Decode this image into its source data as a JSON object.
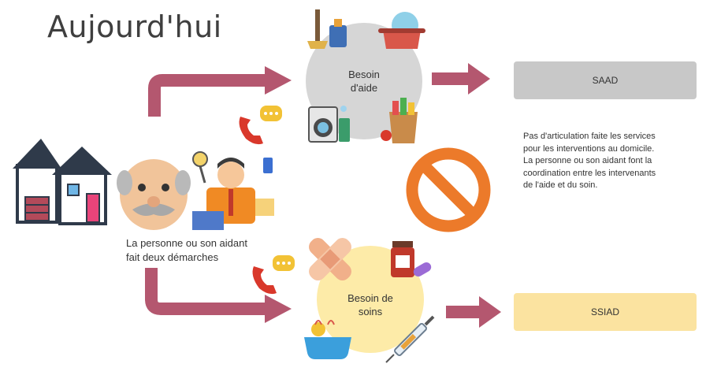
{
  "title": "Aujourd'hui",
  "person_caption": [
    "La personne ou son aidant",
    "fait deux démarches"
  ],
  "need_help": [
    "Besoin",
    "d'aide"
  ],
  "need_care": [
    "Besoin de",
    "soins"
  ],
  "saad_label": "SAAD",
  "ssiad_label": "SSIAD",
  "note_lines": [
    "Pas d'articulation faite les services",
    "pour les interventions au domicile.",
    "La personne ou son aidant font la",
    "coordination entre les intervenants",
    "de l'aide et du soin."
  ],
  "colors": {
    "arrow": "#b4576f",
    "help_circle": "#d6d6d6",
    "care_circle": "#fdeba8",
    "saad_box": "#c8c8c8",
    "ssiad_box": "#fbe3a0",
    "prohibited": "#ec7a2a"
  },
  "icons": [
    "house-icon",
    "elderly-person-icon",
    "busy-caregiver-icon",
    "phone-call-icon",
    "cleaning-icon",
    "cooking-icon",
    "washing-machine-icon",
    "groceries-icon",
    "bandage-icon",
    "medicine-icon",
    "bath-icon",
    "syringe-icon",
    "prohibited-icon"
  ]
}
